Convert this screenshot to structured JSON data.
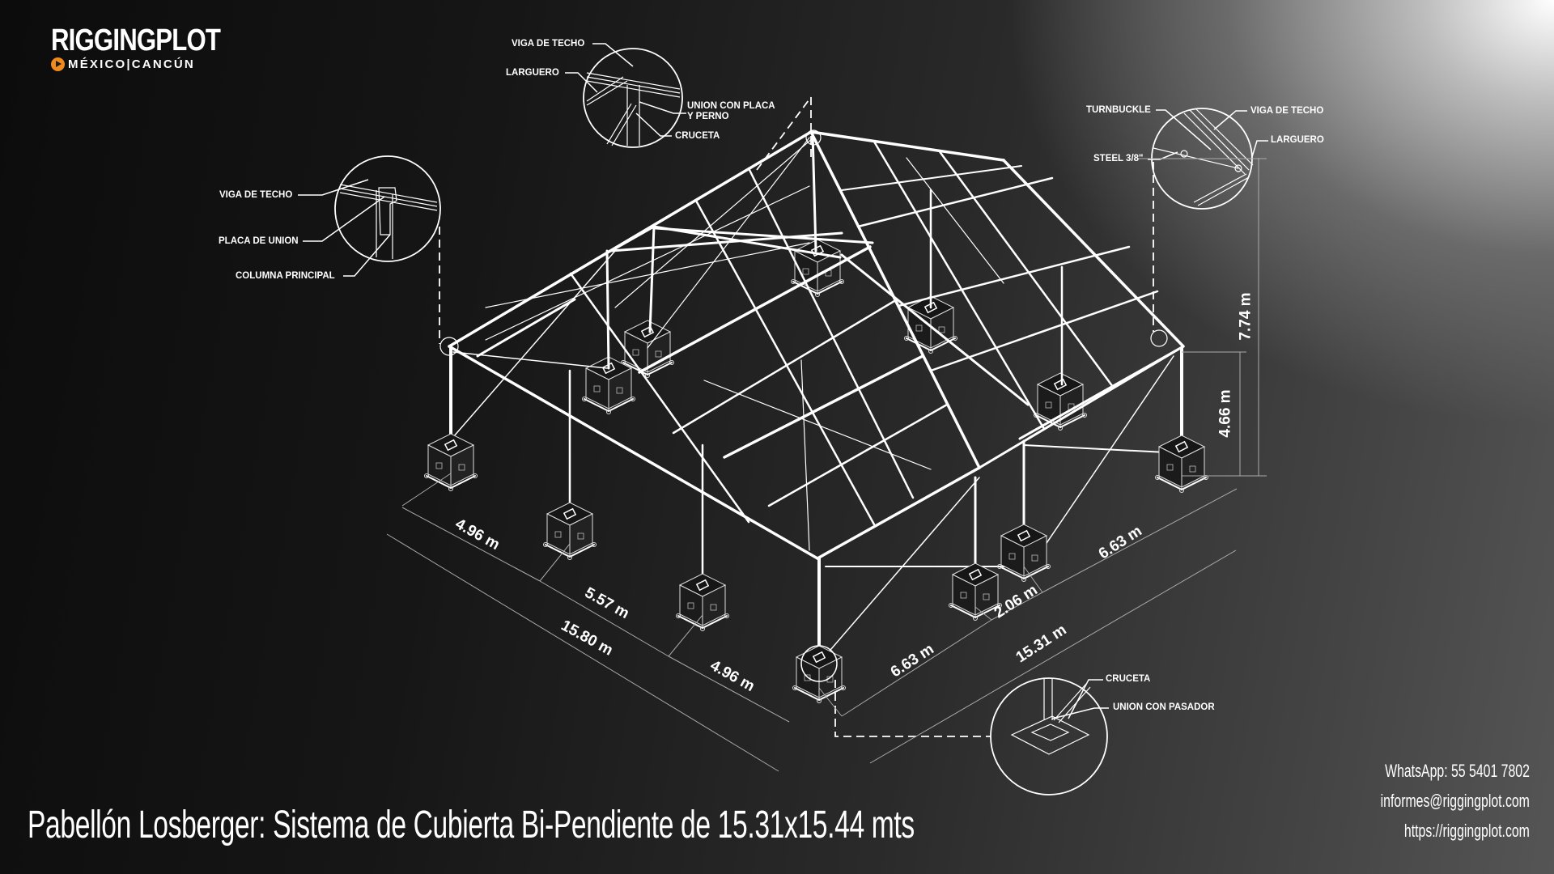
{
  "brand": {
    "name": "RIGGINGPLOT",
    "subtitle": "MÉXICO|CANCÚN",
    "accent_color": "#f08a1c",
    "play_icon": "play-circle-icon"
  },
  "title": "Pabellón Losberger: Sistema de Cubierta Bi-Pendiente de 15.31x15.44 mts",
  "contact": {
    "whatsapp": "WhatsApp: 55 5401 7802",
    "email": "informes@riggingplot.com",
    "website": "https://riggingplot.com"
  },
  "details": {
    "top_center": {
      "labels": [
        "VIGA DE TECHO",
        "LARGUERO",
        "UNION CON PLACA",
        "Y PERNO",
        "CRUCETA"
      ]
    },
    "top_left": {
      "labels": [
        "VIGA DE TECHO",
        "PLACA DE UNION",
        "COLUMNA PRINCIPAL"
      ]
    },
    "top_right": {
      "labels": [
        "TURNBUCKLE",
        "VIGA DE TECHO",
        "LARGUERO",
        "STEEL 3/8\""
      ]
    },
    "bottom_right": {
      "labels": [
        "CRUCETA",
        "UNION CON PASADOR"
      ]
    }
  },
  "dimensions": {
    "left_side": {
      "segments": [
        "4.96 m",
        "5.57 m",
        "4.96 m"
      ],
      "total": "15.80 m"
    },
    "right_side": {
      "segments": [
        "6.63 m",
        "2.06 m",
        "6.63 m"
      ],
      "total": "15.31 m"
    },
    "heights": {
      "eave": "4.66 m",
      "ridge": "7.74 m"
    }
  },
  "colors": {
    "line": "#ffffff",
    "background_dark": "#111111",
    "background_light": "#ffffff"
  }
}
